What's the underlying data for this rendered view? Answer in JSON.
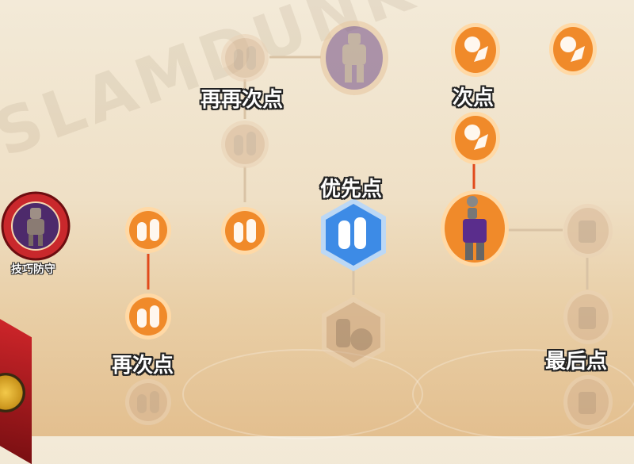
{
  "watermark": "SLAMDUNK",
  "labels": {
    "again_again": "再再次点",
    "again": "再次点",
    "second": "次点",
    "priority": "优先点",
    "last": "最后点",
    "skill_defense": "技巧防守"
  },
  "colors": {
    "line": "#e14a1c",
    "line_faded": "#d9c3a5",
    "orange": "#f08a2a",
    "orange_light": "#ffd9a6",
    "faded": "#e7c7a6",
    "blue": "#3d8be6",
    "purple": "#5a2d8c",
    "red": "#c9282c"
  },
  "icons": [
    "shoes-icon",
    "basketball-icon",
    "player-statue-icon",
    "player-shooting-icon",
    "hand-ball-icon",
    "fist-icon",
    "defense-icon"
  ]
}
